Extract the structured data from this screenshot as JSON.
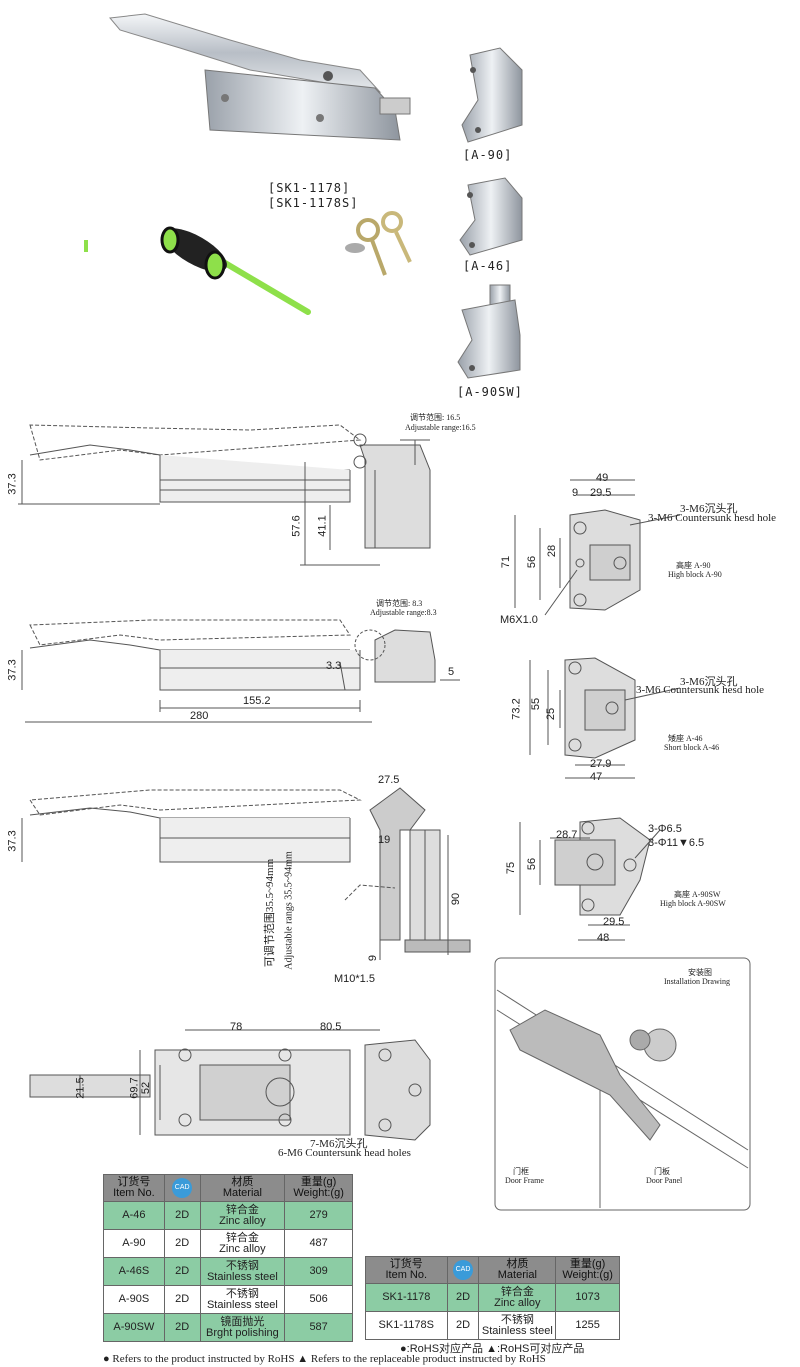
{
  "product_labels": {
    "main_1": "[SK1-1178]",
    "main_2": "[SK1-1178S]",
    "a90": "[A-90]",
    "a46": "[A-46]",
    "a90sw": "[A-90SW]"
  },
  "drawing1": {
    "adj_cn": "调节范围: 16.5",
    "adj_en": "Adjustable range:16.5",
    "d373": "37.3",
    "d576": "57.6",
    "d411": "41.1"
  },
  "drawing2": {
    "adj_cn": "调节范围: 8.3",
    "adj_en": "Adjustable range:8.3",
    "d373": "37.3",
    "d33": "3.3",
    "d5": "5",
    "d1552": "155.2",
    "d280": "280"
  },
  "drawing3": {
    "d373": "37.3",
    "d275": "27.5",
    "d19": "19",
    "d90": "90",
    "d9": "9",
    "m10": "M10*1.5",
    "adj_cn": "可调节范围35.5~94mm",
    "adj_en": "Adjustable rangs 35.5~94mm"
  },
  "drawing4": {
    "d78": "78",
    "d805": "80.5",
    "d215": "21.5",
    "d697": "69.7",
    "d52": "52",
    "hole_cn": "7-M6沉头孔",
    "hole_en": "6-M6  Countersunk head holes"
  },
  "block_a90": {
    "d49": "49",
    "d9": "9",
    "d295": "29.5",
    "d71": "71",
    "d56": "56",
    "d28": "28",
    "m6x1": "M6X1.0",
    "hole_cn": "3-M6沉头孔",
    "hole_en": "3-M6  Countersunk hesd hole",
    "name_cn": "高座 A-90",
    "name_en": "High block A-90"
  },
  "block_a46": {
    "d732": "73.2",
    "d55": "55",
    "d25": "25",
    "d279": "27.9",
    "d47": "47",
    "hole_cn": "3-M6沉头孔",
    "hole_en": "3-M6  Countersunk hesd hole",
    "name_cn": "矮座 A-46",
    "name_en": "Short block A-46"
  },
  "block_a90sw": {
    "d287": "28.7",
    "d75": "75",
    "d56": "56",
    "d295": "29.5",
    "d48": "48",
    "phi65": "3-Φ6.5",
    "phi11": "3-Φ11▼6.5",
    "name_cn": "高座 A-90SW",
    "name_en": "High block A-90SW"
  },
  "install": {
    "title_cn": "安装图",
    "title_en": "Installation Drawing",
    "frame_cn": "门框",
    "frame_en": "Door Frame",
    "panel_cn": "门板",
    "panel_en": "Door Panel"
  },
  "table1": {
    "headers": [
      {
        "cn": "订货号",
        "en": "Item No."
      },
      {
        "cn": "CAD",
        "en": ""
      },
      {
        "cn": "材质",
        "en": "Material"
      },
      {
        "cn": "重量(g)",
        "en": "Weight:(g)"
      }
    ],
    "rows": [
      {
        "item": "A-46",
        "cad": "2D",
        "mat_cn": "锌合金",
        "mat_en": "Zinc alloy",
        "w": "279"
      },
      {
        "item": "A-90",
        "cad": "2D",
        "mat_cn": "锌合金",
        "mat_en": "Zinc alloy",
        "w": "487"
      },
      {
        "item": "A-46S",
        "cad": "2D",
        "mat_cn": "不锈钢",
        "mat_en": "Stainless steel",
        "w": "309"
      },
      {
        "item": "A-90S",
        "cad": "2D",
        "mat_cn": "不锈钢",
        "mat_en": "Stainless steel",
        "w": "506"
      },
      {
        "item": "A-90SW",
        "cad": "2D",
        "mat_cn": "镜面抛光",
        "mat_en": "Brght polishing",
        "w": "587"
      }
    ]
  },
  "table2": {
    "headers": [
      {
        "cn": "订货号",
        "en": "Item No."
      },
      {
        "cn": "CAD",
        "en": ""
      },
      {
        "cn": "材质",
        "en": "Material"
      },
      {
        "cn": "重量(g)",
        "en": "Weight:(g)"
      }
    ],
    "rows": [
      {
        "item": "SK1-1178",
        "cad": "2D",
        "mat_cn": "锌合金",
        "mat_en": "Zinc alloy",
        "w": "1073"
      },
      {
        "item": "SK1-1178S",
        "cad": "2D",
        "mat_cn": "不锈钢",
        "mat_en": "Stainless steel",
        "w": "1255"
      }
    ]
  },
  "footer": {
    "rohs_cn": "●:RoHS对应产品  ▲:RoHS可对应产品",
    "rohs_en": "● Refers to the product instructed by RoHS  ▲ Refers to the replaceable product instructed by RoHS"
  },
  "colors": {
    "green_row": "#8ccca4",
    "header_gray": "#8c8c8c",
    "cad_blue": "#3a9bd9",
    "chrome": "#c8cdd3",
    "lime": "#8ee04a"
  }
}
